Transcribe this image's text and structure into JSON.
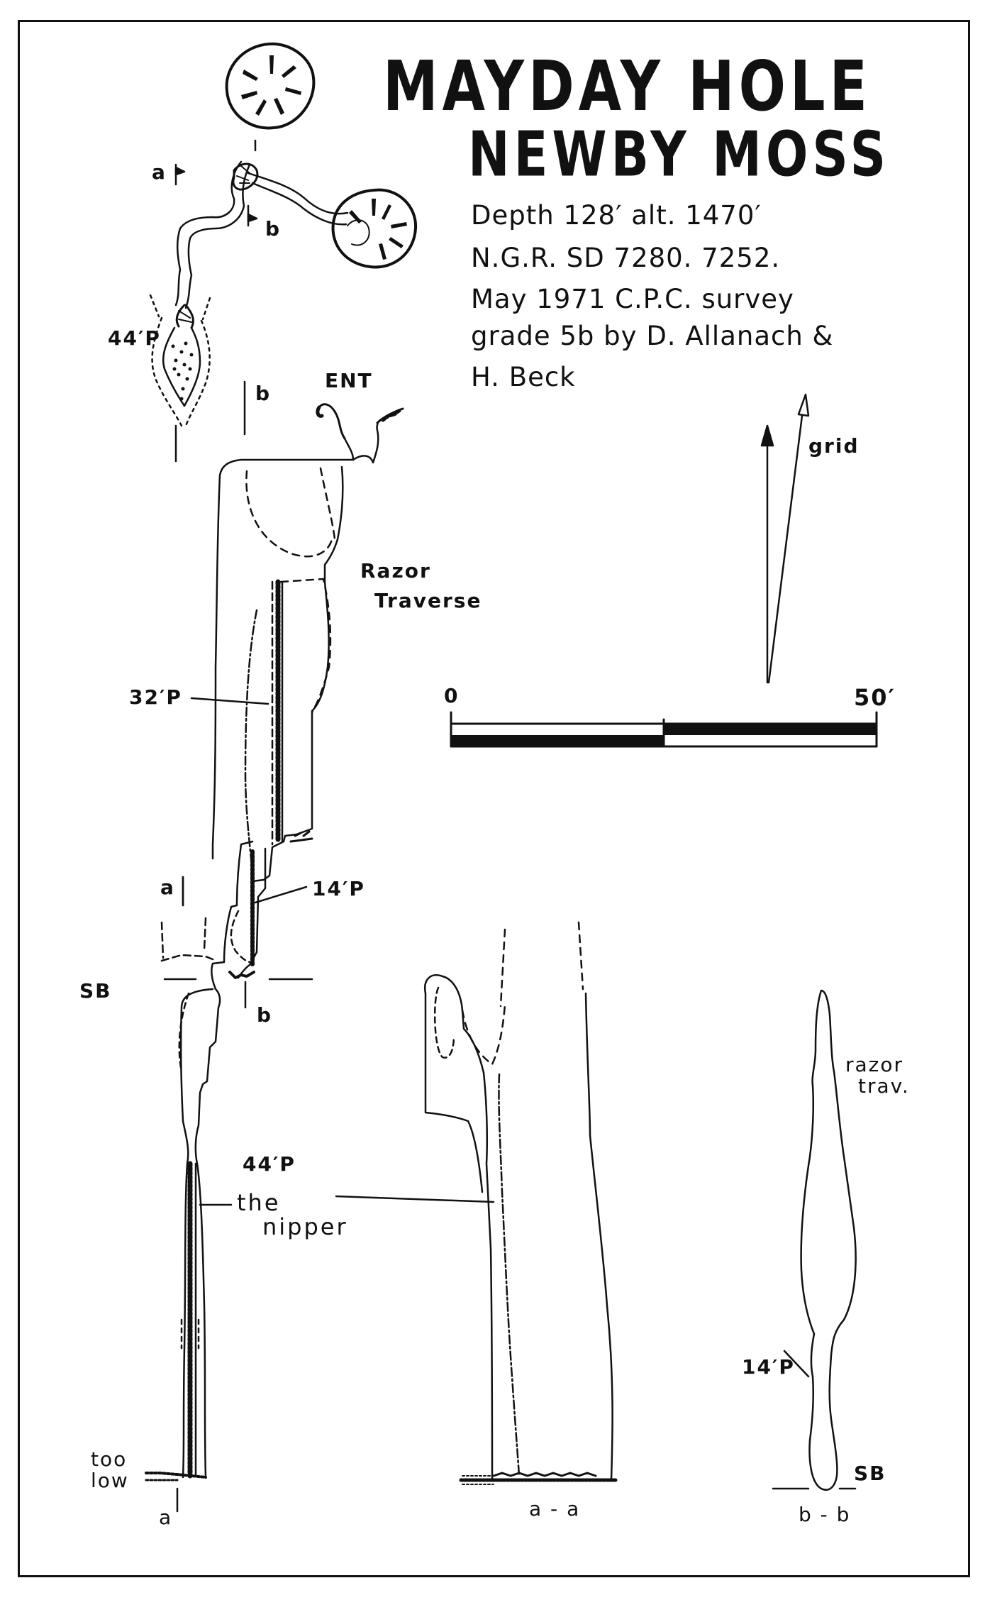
{
  "title": {
    "line1": "MAYDAY HOLE",
    "line2": "NEWBY MOSS"
  },
  "info": {
    "depth": "Depth 128′   alt. 1470′",
    "ngr": "N.G.R. SD 7280. 7252.",
    "date": "May 1971   C.P.C. survey",
    "grade": "grade 5b   by D. Allanach &",
    "author2": "H. Beck"
  },
  "north_arrow": {
    "label": "grid"
  },
  "scale_bar": {
    "min_label": "0",
    "max_label": "50′"
  },
  "labels": {
    "ent": "ENT",
    "razor": "Razor",
    "traverse": "Traverse",
    "pitch_32": "32′P",
    "pitch_14": "14′P",
    "pitch_44": "44′P",
    "the": "the",
    "nipper": "nipper",
    "sb": "SB",
    "too": "too",
    "low": "low",
    "a": "a",
    "b": "b",
    "plan_44p": "44′P",
    "section_aa": "a - a",
    "section_bb": "b - b",
    "razor_trav_1": "razor",
    "razor_trav_2": "trav.",
    "bb_14p": "14′P",
    "bb_sb": "SB"
  }
}
